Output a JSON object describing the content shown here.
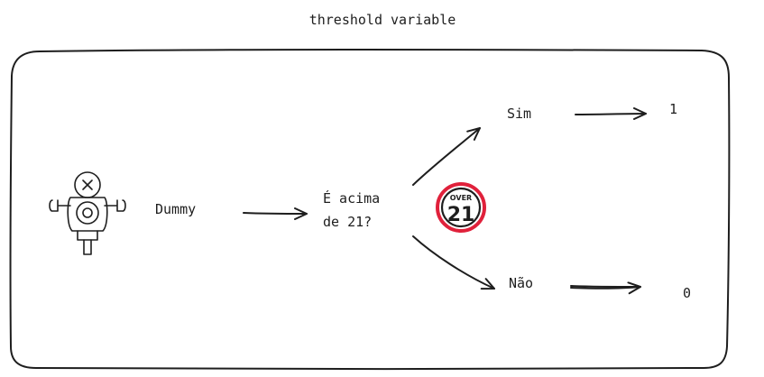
{
  "title": "threshold variable",
  "nodes": {
    "input_label": "Dummy",
    "question_line1": "É acima",
    "question_line2": "de 21?",
    "yes_label": "Sim",
    "no_label": "Não",
    "yes_output": "1",
    "no_output": "0"
  },
  "badge": {
    "top_text": "OVER",
    "number": "21",
    "ring_color": "#e0213b"
  },
  "icons": {
    "input_icon": "crash-test-dummy-icon",
    "badge_icon": "over-21-badge-icon"
  }
}
